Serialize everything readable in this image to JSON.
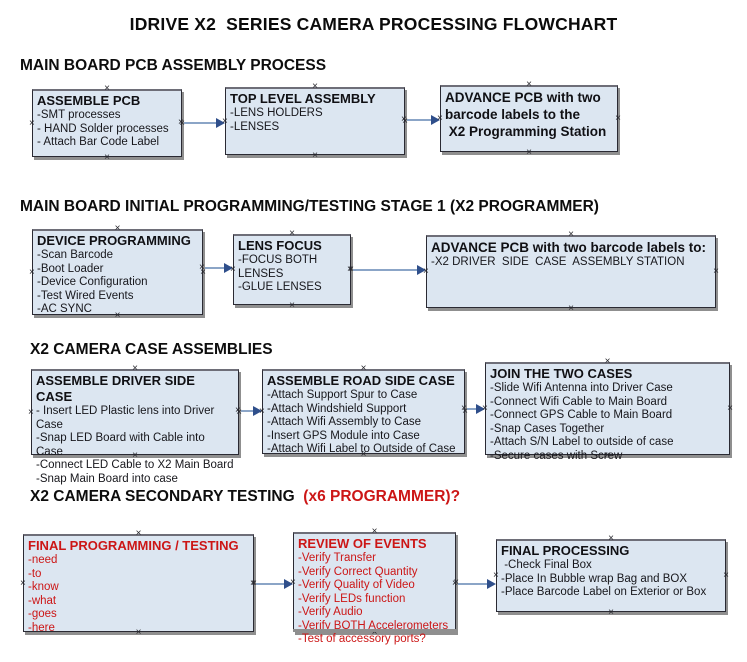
{
  "title": "IDRIVE X2  SERIES CAMERA PROCESSING FLOWCHART",
  "colors": {
    "box_fill": "#dce6f1",
    "box_border": "#2a2a33",
    "red_text": "#cc1616",
    "arrow_line": "#8ba5c7",
    "arrow_head": "#2f4f8b"
  },
  "sections": [
    {
      "heading": "MAIN BOARD PCB ASSEMBLY PROCESS",
      "boxes": [
        {
          "title": "ASSEMBLE PCB",
          "items": [
            "-SMT processes",
            "- HAND Solder processes",
            "- Attach Bar Code Label"
          ]
        },
        {
          "title": "TOP LEVEL ASSEMBLY",
          "items": [
            "-LENS HOLDERS",
            "-LENSES"
          ]
        },
        {
          "title_lines": [
            "ADVANCE PCB with two",
            "barcode labels to the",
            " X2 Programming Station"
          ]
        }
      ]
    },
    {
      "heading": "MAIN BOARD INITIAL PROGRAMMING/TESTING STAGE 1 (X2 PROGRAMMER)",
      "boxes": [
        {
          "title": "DEVICE PROGRAMMING",
          "items": [
            "-Scan Barcode",
            "-Boot Loader",
            "-Device Configuration",
            "-Test Wired Events",
            "-AC SYNC"
          ]
        },
        {
          "title": "LENS FOCUS",
          "items": [
            "-FOCUS BOTH LENSES",
            "-GLUE LENSES"
          ]
        },
        {
          "title": "ADVANCE PCB with two barcode labels to:",
          "items": [
            "-X2 DRIVER  SIDE  CASE  ASSEMBLY STATION"
          ]
        }
      ]
    },
    {
      "heading": "X2 CAMERA CASE ASSEMBLIES",
      "boxes": [
        {
          "title": "ASSEMBLE DRIVER SIDE CASE",
          "items": [
            "- Insert LED Plastic lens into Driver Case",
            "-Snap LED Board with Cable into Case",
            "-Connect LED Cable to X2 Main Board",
            "-Snap Main Board into case"
          ]
        },
        {
          "title": "ASSEMBLE ROAD SIDE CASE",
          "items": [
            "-Attach Support Spur to Case",
            "-Attach Windshield Support",
            "-Attach Wifi Assembly to Case",
            "-Insert GPS Module into Case",
            "-Attach Wifi Label to Outside of Case"
          ]
        },
        {
          "title": "JOIN THE TWO CASES",
          "items": [
            "-Slide Wifi Antenna into Driver Case",
            "-Connect Wifi Cable to Main Board",
            "-Connect GPS Cable to Main Board",
            "-Snap Cases Together",
            "-Attach S/N Label to outside of case",
            "-Secure cases with Screw"
          ]
        }
      ]
    },
    {
      "heading": "X2 CAMERA SECONDARY TESTING ",
      "heading_red": " (x6 PROGRAMMER)?",
      "boxes": [
        {
          "title": "FINAL PROGRAMMING / TESTING",
          "items": [
            "-need",
            "-to",
            "-know",
            "-what",
            "-goes",
            "-here"
          ]
        },
        {
          "title": "REVIEW OF EVENTS",
          "items": [
            "-Verify Transfer",
            "-Verify Correct Quantity",
            "-Verify Quality of Video",
            "-Verify LEDs function",
            "-Verify Audio",
            "-Verify BOTH Accelerometers",
            "-Test of accessory ports?"
          ]
        },
        {
          "title": "FINAL PROCESSING",
          "items": [
            " -Check Final Box",
            "-Place In Bubble wrap Bag and BOX",
            "-Place Barcode Label on Exterior or Box"
          ]
        }
      ]
    }
  ]
}
